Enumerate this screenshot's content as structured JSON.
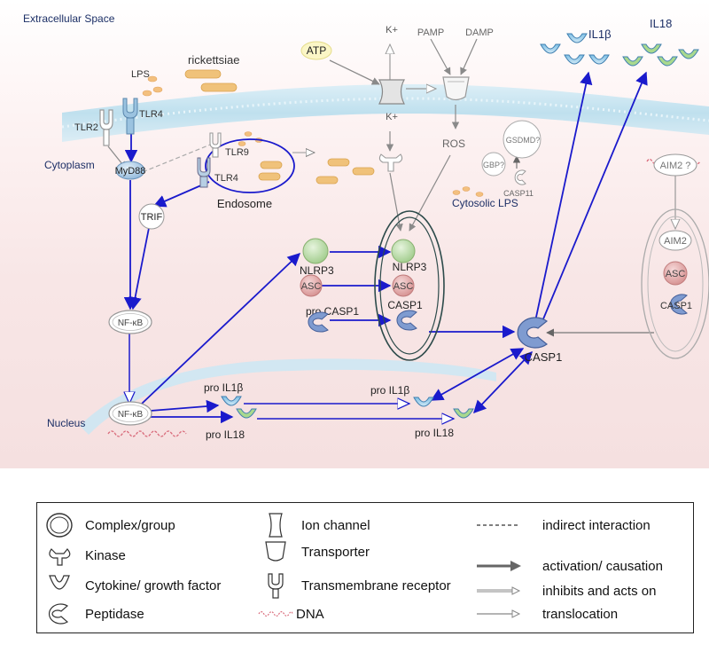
{
  "regions": {
    "extracellular": "Extracellular Space",
    "cytoplasm": "Cytoplasm",
    "nucleus": "Nucleus"
  },
  "nodes": {
    "lps": "LPS",
    "rickettsiae": "rickettsiae",
    "tlr2": "TLR2",
    "tlr4": "TLR4",
    "myd88": "MyD88",
    "trif": "TRIF",
    "tlr9": "TLR9",
    "tlr4_endo": "TLR4",
    "endosome": "Endosome",
    "atp": "ATP",
    "k_out": "K+",
    "k_in": "K+",
    "pamp": "PAMP",
    "damp": "DAMP",
    "ros": "ROS",
    "gsdmd": "GSDMD?",
    "gbp": "GBP?",
    "casp11": "CASP11",
    "cytosolic_lps": "Cytosolic LPS",
    "il1b": "IL1β",
    "il18": "IL18",
    "aim2_q": "AIM2 ?",
    "aim2": "AIM2",
    "asc_r": "ASC",
    "casp1_r": "CASP1",
    "nfkb_cyto": "NF-κB",
    "nfkb_nuc": "NF-κB",
    "nlrp3_left": "NLRP3",
    "asc_left": "ASC",
    "pro_casp1": "pro CASP1",
    "nlrp3_c": "NLRP3",
    "asc_c": "ASC",
    "casp1_c": "CASP1",
    "casp1_main": "CASP1",
    "pro_il1b_a": "pro IL1β",
    "pro_il18_a": "pro IL18",
    "pro_il1b_b": "pro IL1β",
    "pro_il18_b": "pro IL18"
  },
  "legend": {
    "complex": "Complex/group",
    "kinase": "Kinase",
    "cytokine": "Cytokine/ growth factor",
    "peptidase": "Peptidase",
    "ion_channel": "Ion channel",
    "transporter": "Transporter",
    "receptor": "Transmembrane receptor",
    "dna": "DNA",
    "indirect": "indirect interaction",
    "activation": "activation/ causation",
    "inhibits": "inhibits and acts on",
    "translocation": "translocation"
  },
  "colors": {
    "arrow_blue": "#1a1acc",
    "gray_arrow": "#8a8a8a",
    "label_navy": "#1c2f66",
    "membrane": "#c6e3f0",
    "dna_red": "#d96a7a",
    "lps_dot": "#f3c07f",
    "bacteria": "#f0c27a",
    "nlrp3_green": "#b7d9a6",
    "asc_red": "#e3a5a5",
    "receptor_blue": "#9bc3e0"
  },
  "icons": {
    "legend_complex": "complex-icon",
    "legend_kinase": "kinase-icon",
    "legend_cytokine": "cytokine-icon",
    "legend_peptidase": "peptidase-icon",
    "legend_ion_channel": "ion-channel-icon",
    "legend_transporter": "transporter-icon",
    "legend_receptor": "receptor-icon",
    "legend_dna": "dna-icon"
  }
}
